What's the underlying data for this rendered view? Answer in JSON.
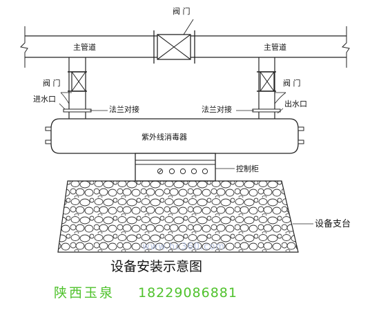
{
  "labels": {
    "valve_top": "阀   门",
    "main_pipe_left": "主管道",
    "main_pipe_right": "主管道",
    "valve_left": "阀   门",
    "valve_right": "阀   门",
    "inlet": "进水口",
    "outlet": "出水口",
    "flange_left": "法兰对接",
    "flange_right": "法兰对接",
    "sterilizer": "紫外线消毒器",
    "control_cabinet": "控制柜",
    "support_platform": "设备支台"
  },
  "watermark": "www.hc360.com",
  "title": "设备安装示意图",
  "footer": {
    "company": "陕西玉泉",
    "phone": "18229086881"
  }
}
